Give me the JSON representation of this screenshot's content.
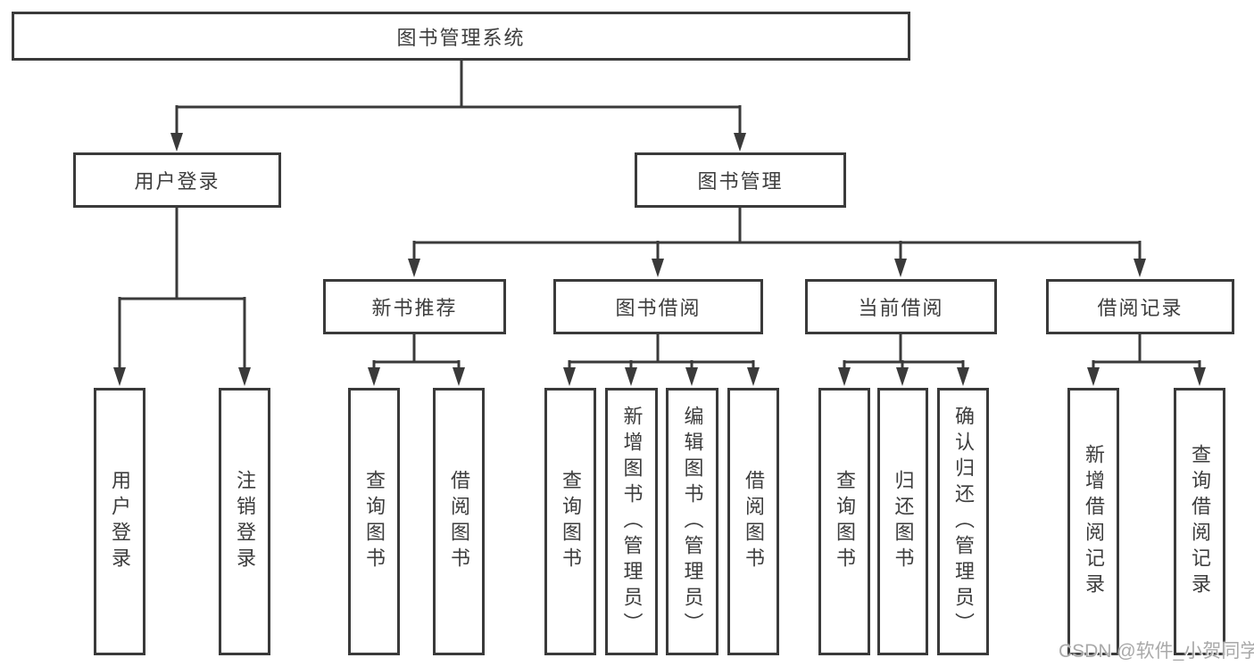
{
  "watermark": "CSDN @软件_小贺同学",
  "colors": {
    "line": "#3a3a3a",
    "text": "#3d3d3d",
    "watermark": "#a9a9a9",
    "background": "#ffffff"
  },
  "tree": {
    "root": {
      "label": "图书管理系统"
    },
    "children": [
      {
        "label": "用户登录",
        "children": [
          {
            "label": "用户登录"
          },
          {
            "label": "注销登录"
          }
        ]
      },
      {
        "label": "图书管理",
        "children": [
          {
            "label": "新书推荐",
            "children": [
              {
                "label": "查询图书"
              },
              {
                "label": "借阅图书"
              }
            ]
          },
          {
            "label": "图书借阅",
            "children": [
              {
                "label": "查询图书"
              },
              {
                "label": "新增图书（管理员）"
              },
              {
                "label": "编辑图书（管理员）"
              },
              {
                "label": "借阅图书"
              }
            ]
          },
          {
            "label": "当前借阅",
            "children": [
              {
                "label": "查询图书"
              },
              {
                "label": "归还图书"
              },
              {
                "label": "确认归还（管理员）"
              }
            ]
          },
          {
            "label": "借阅记录",
            "children": [
              {
                "label": "新增借阅记录"
              },
              {
                "label": "查询借阅记录"
              }
            ]
          }
        ]
      }
    ]
  }
}
